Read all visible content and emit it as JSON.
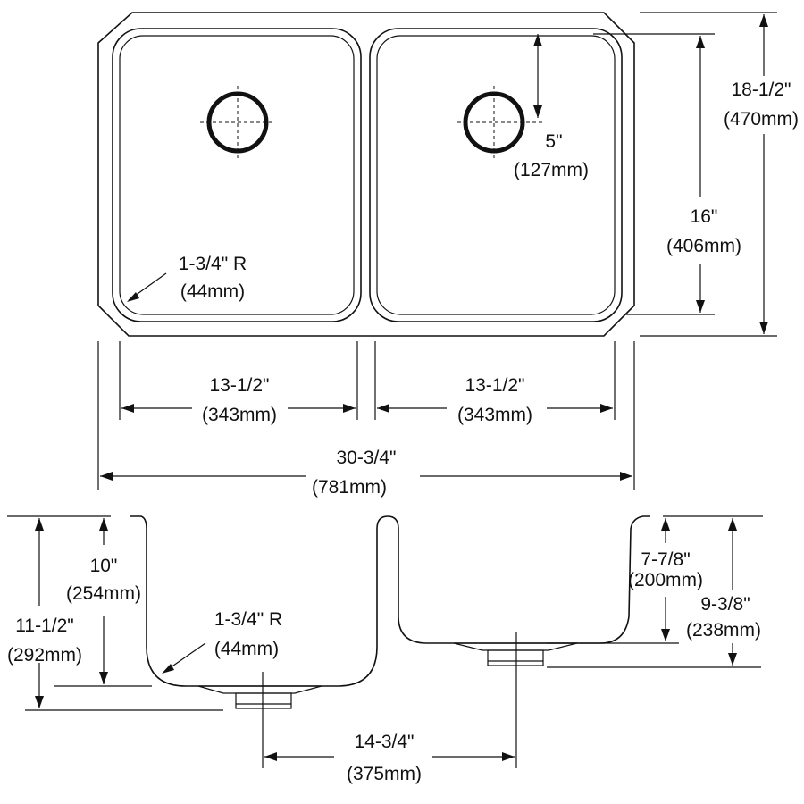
{
  "top_view": {
    "width_overall": {
      "imperial": "30-3/4\"",
      "metric": "(781mm)"
    },
    "left_bowl_width": {
      "imperial": "13-1/2\"",
      "metric": "(343mm)"
    },
    "right_bowl_width": {
      "imperial": "13-1/2\"",
      "metric": "(343mm)"
    },
    "depth_overall": {
      "imperial": "18-1/2\"",
      "metric": "(470mm)"
    },
    "bowl_depth": {
      "imperial": "16\"",
      "metric": "(406mm)"
    },
    "drain_offset": {
      "imperial": "5\"",
      "metric": "(127mm)"
    },
    "corner_radius": {
      "imperial": "1-3/4\" R",
      "metric": "(44mm)"
    }
  },
  "side_view": {
    "left_depth_inner": {
      "imperial": "10\"",
      "metric": "(254mm)"
    },
    "left_depth_outer": {
      "imperial": "11-1/2\"",
      "metric": "(292mm)"
    },
    "corner_radius": {
      "imperial": "1-3/4\" R",
      "metric": "(44mm)"
    },
    "right_depth_inner": {
      "imperial": "7-7/8\"",
      "metric": "(200mm)"
    },
    "right_depth_outer": {
      "imperial": "9-3/8\"",
      "metric": "(238mm)"
    },
    "drain_spacing": {
      "imperial": "14-3/4\"",
      "metric": "(375mm)"
    }
  }
}
